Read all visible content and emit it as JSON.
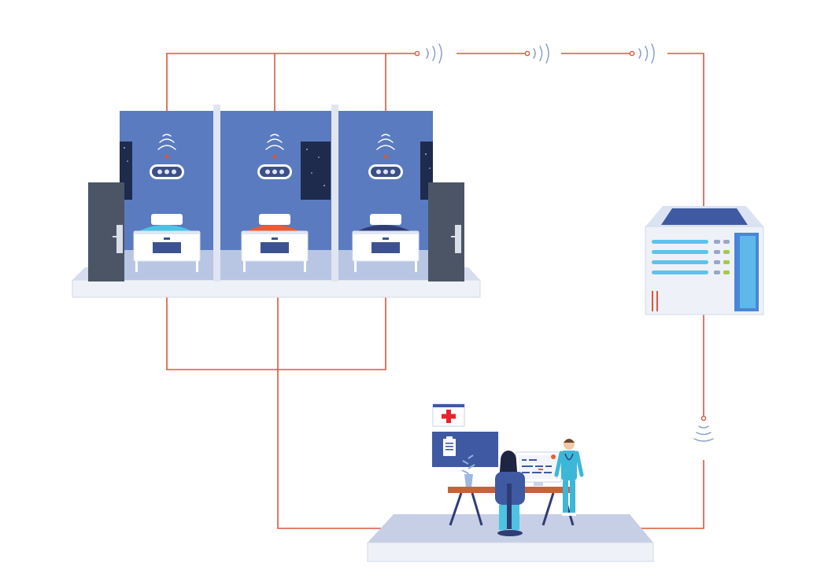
{
  "diagram": {
    "wards": [
      {
        "id": "room-1"
      },
      {
        "id": "room-2"
      },
      {
        "id": "room-3"
      }
    ],
    "colors": {
      "wire": "#d9583b",
      "wall": "#5a7bbf",
      "wall_dark": "#4a6aae",
      "floor": "#e9ecf5",
      "door": "#4b5566",
      "night": "#1f2b4d",
      "blanket_1": "#4cc3e3",
      "blanket_2": "#ef5a2f",
      "blanket_3": "#2f3d75",
      "server_accent": "#4d7fd4",
      "cross": "#e8232b"
    },
    "icons": {
      "wireless": "wifi-waves-icon",
      "call_unit": "nurse-call-panel-icon",
      "server": "server-cabinet-icon",
      "cross": "medical-cross-icon",
      "clipboard": "clipboard-icon"
    }
  }
}
